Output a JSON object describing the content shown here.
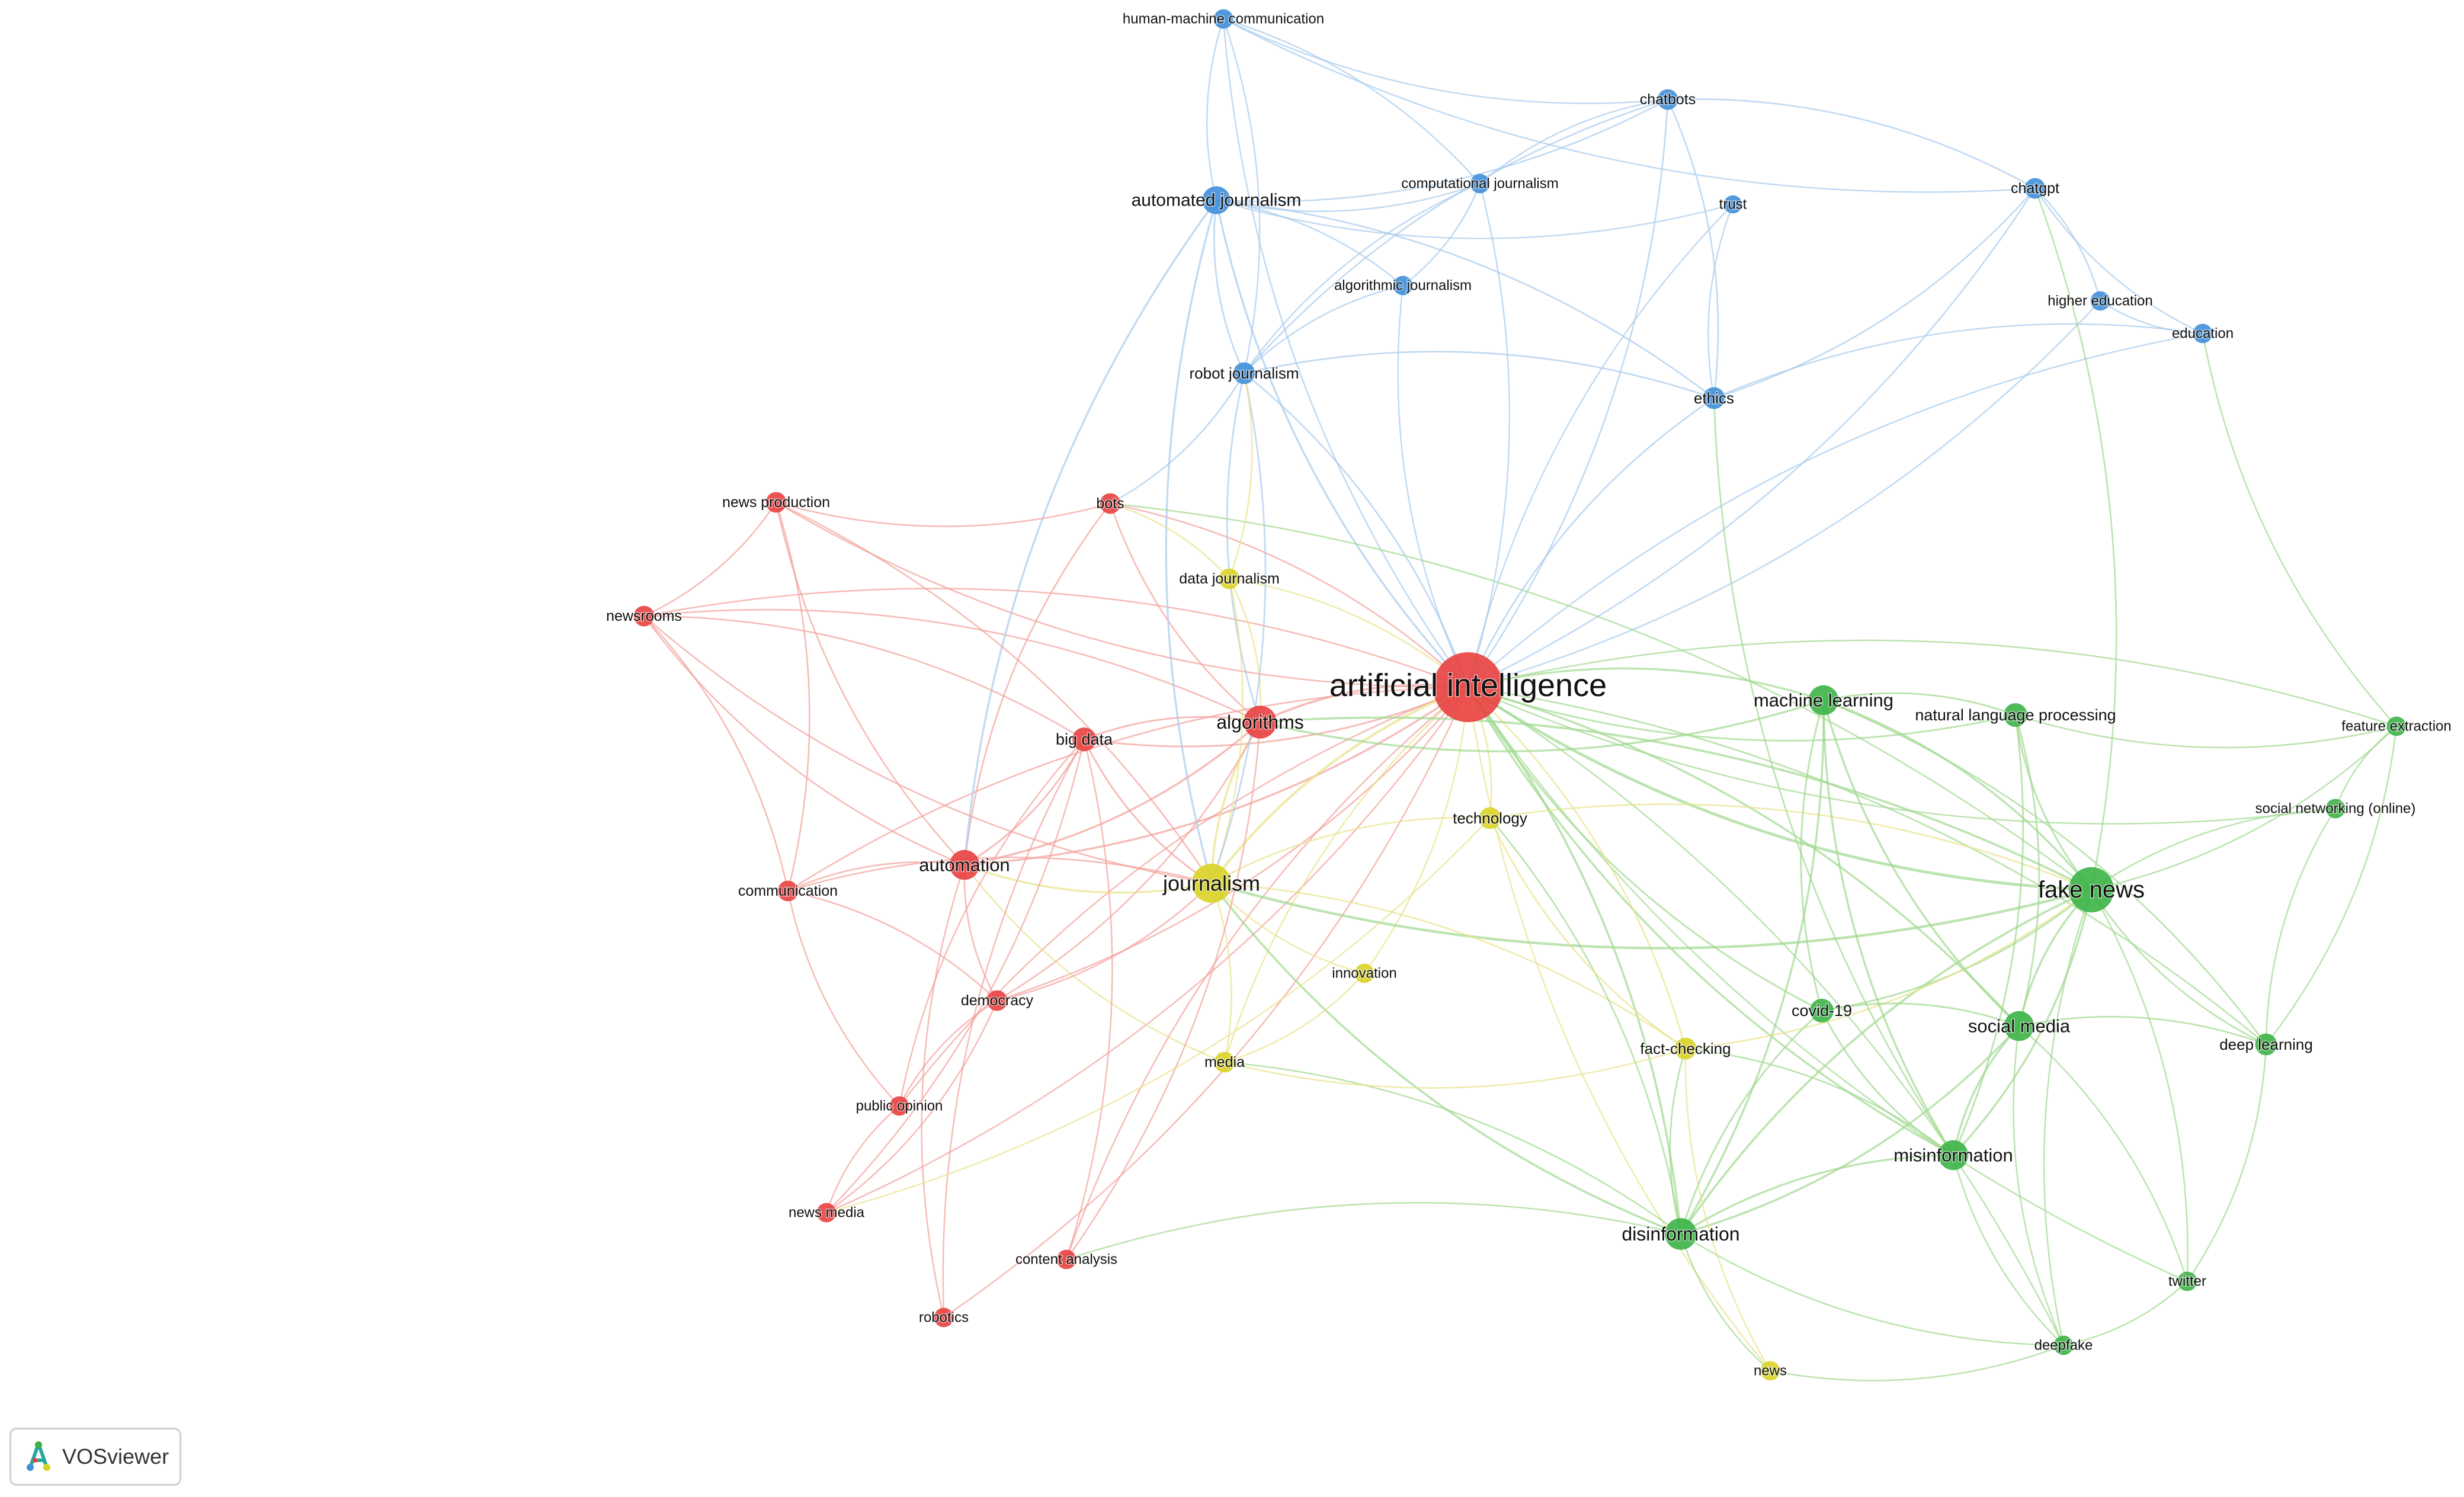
{
  "app": {
    "brand": "VOSviewer"
  },
  "clusters": {
    "red": {
      "color": "#e8403f",
      "edge": "#f2a09a"
    },
    "green": {
      "color": "#3bb346",
      "edge": "#9fd88f"
    },
    "blue": {
      "color": "#3f8fd9",
      "edge": "#a7cbed"
    },
    "yellow": {
      "color": "#d9d326",
      "edge": "#e8e38a"
    }
  },
  "nodes": [
    {
      "id": "ai",
      "label": "artificial intelligence",
      "cluster": "red",
      "weight": 10
    },
    {
      "id": "alg",
      "label": "algorithms",
      "cluster": "red",
      "weight": 4
    },
    {
      "id": "bigdata",
      "label": "big data",
      "cluster": "red",
      "weight": 2.5
    },
    {
      "id": "bots",
      "label": "bots",
      "cluster": "red",
      "weight": 2
    },
    {
      "id": "newsprod",
      "label": "news production",
      "cluster": "red",
      "weight": 2
    },
    {
      "id": "newsrooms",
      "label": "newsrooms",
      "cluster": "red",
      "weight": 2
    },
    {
      "id": "automation",
      "label": "automation",
      "cluster": "red",
      "weight": 3.5
    },
    {
      "id": "comm",
      "label": "communication",
      "cluster": "red",
      "weight": 2
    },
    {
      "id": "democracy",
      "label": "democracy",
      "cluster": "red",
      "weight": 2
    },
    {
      "id": "pubop",
      "label": "public opinion",
      "cluster": "red",
      "weight": 1.8
    },
    {
      "id": "newsmedia",
      "label": "news media",
      "cluster": "red",
      "weight": 1.8
    },
    {
      "id": "content",
      "label": "content analysis",
      "cluster": "red",
      "weight": 1.8
    },
    {
      "id": "robotics",
      "label": "robotics",
      "cluster": "red",
      "weight": 1.8
    },
    {
      "id": "fakenews",
      "label": "fake news",
      "cluster": "green",
      "weight": 6
    },
    {
      "id": "ml",
      "label": "machine learning",
      "cluster": "green",
      "weight": 3.5
    },
    {
      "id": "nlp",
      "label": "natural language processing",
      "cluster": "green",
      "weight": 2.5
    },
    {
      "id": "feature",
      "label": "feature extraction",
      "cluster": "green",
      "weight": 1.8
    },
    {
      "id": "socnet",
      "label": "social networking (online)",
      "cluster": "green",
      "weight": 1.8
    },
    {
      "id": "socmedia",
      "label": "social media",
      "cluster": "green",
      "weight": 3.5
    },
    {
      "id": "covid",
      "label": "covid-19",
      "cluster": "green",
      "weight": 2.5
    },
    {
      "id": "deeplearn",
      "label": "deep learning",
      "cluster": "green",
      "weight": 2.2
    },
    {
      "id": "misinfo",
      "label": "misinformation",
      "cluster": "green",
      "weight": 3.5
    },
    {
      "id": "disinfo",
      "label": "disinformation",
      "cluster": "green",
      "weight": 3.8
    },
    {
      "id": "twitter",
      "label": "twitter",
      "cluster": "green",
      "weight": 1.8
    },
    {
      "id": "deepfake",
      "label": "deepfake",
      "cluster": "green",
      "weight": 1.8
    },
    {
      "id": "hmc",
      "label": "human-machine communication",
      "cluster": "blue",
      "weight": 1.8
    },
    {
      "id": "chatbots",
      "label": "chatbots",
      "cluster": "blue",
      "weight": 2
    },
    {
      "id": "autojourn",
      "label": "automated journalism",
      "cluster": "blue",
      "weight": 3.2
    },
    {
      "id": "compjourn",
      "label": "computational journalism",
      "cluster": "blue",
      "weight": 1.8
    },
    {
      "id": "trust",
      "label": "trust",
      "cluster": "blue",
      "weight": 1.6
    },
    {
      "id": "chatgpt",
      "label": "chatgpt",
      "cluster": "blue",
      "weight": 2
    },
    {
      "id": "algjourn",
      "label": "algorithmic journalism",
      "cluster": "blue",
      "weight": 1.8
    },
    {
      "id": "highered",
      "label": "higher education",
      "cluster": "blue",
      "weight": 1.8
    },
    {
      "id": "education",
      "label": "education",
      "cluster": "blue",
      "weight": 1.8
    },
    {
      "id": "robojourn",
      "label": "robot journalism",
      "cluster": "blue",
      "weight": 2.2
    },
    {
      "id": "ethics",
      "label": "ethics",
      "cluster": "blue",
      "weight": 2.2
    },
    {
      "id": "datajourn",
      "label": "data journalism",
      "cluster": "yellow",
      "weight": 2
    },
    {
      "id": "technology",
      "label": "technology",
      "cluster": "yellow",
      "weight": 2.2
    },
    {
      "id": "journalism",
      "label": "journalism",
      "cluster": "yellow",
      "weight": 5
    },
    {
      "id": "innovation",
      "label": "innovation",
      "cluster": "yellow",
      "weight": 1.8
    },
    {
      "id": "media",
      "label": "media",
      "cluster": "yellow",
      "weight": 2
    },
    {
      "id": "factcheck",
      "label": "fact-checking",
      "cluster": "yellow",
      "weight": 2.2
    },
    {
      "id": "news",
      "label": "news",
      "cluster": "yellow",
      "weight": 1.8
    }
  ]
}
